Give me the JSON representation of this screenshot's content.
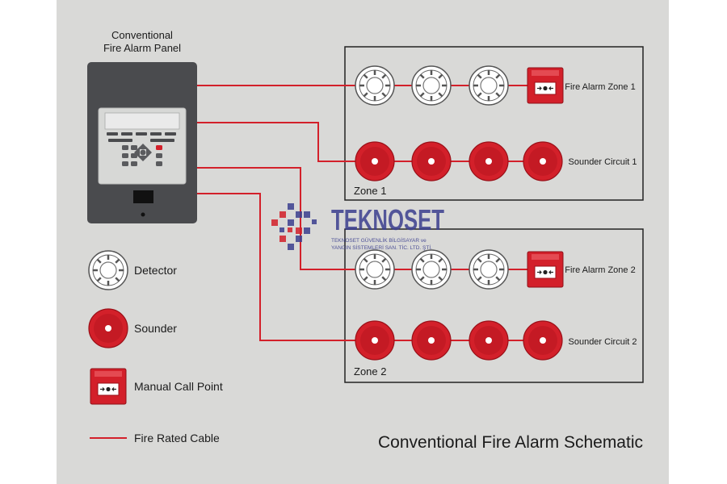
{
  "panel": {
    "title_line1": "Conventional",
    "title_line2": "Fire Alarm Panel"
  },
  "zones": [
    {
      "name": "Zone 1",
      "detector_line_label": "Fire Alarm Zone 1",
      "sounder_line_label": "Sounder Circuit 1",
      "detectors": 3,
      "sounders": 4,
      "call_points": 1
    },
    {
      "name": "Zone 2",
      "detector_line_label": "Fire Alarm Zone 2",
      "sounder_line_label": "Sounder Circuit 2",
      "detectors": 3,
      "sounders": 4,
      "call_points": 1
    }
  ],
  "legend": {
    "detector": "Detector",
    "sounder": "Sounder",
    "call_point": "Manual Call Point",
    "cable": "Fire Rated Cable"
  },
  "watermark": {
    "brand": "TEKNOSET",
    "line1": "TEKNOSET GÜVENLİK BİLGİSAYAR ve",
    "line2": "YANGIN SİSTEMLERİ SAN. TİC. LTD. ŞTİ."
  },
  "diagram_title": "Conventional Fire Alarm Schematic",
  "colors": {
    "background": "#d9d9d7",
    "cable": "#d3202a",
    "sounder": "#d3202a",
    "panel_body": "#4a4b4e",
    "brand": "#3b3f8f",
    "brand_accent": "#d3202a"
  }
}
